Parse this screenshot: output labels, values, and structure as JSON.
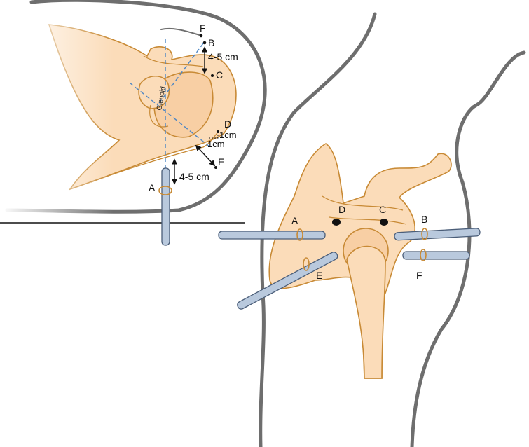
{
  "left_view": {
    "portal_labels": {
      "F": "F",
      "B": "B",
      "C": "C",
      "D": "D",
      "E": "E",
      "A": "A"
    },
    "measurements": {
      "b_to_c": "4-5 cm",
      "a_offset": "4-5 cm",
      "d_horizontal": "1cm",
      "d_vertical": "1cm"
    },
    "glenoid_label": "Glenoid"
  },
  "right_view": {
    "portal_labels": {
      "A": "A",
      "D": "D",
      "C": "C",
      "B": "B",
      "E": "E",
      "F": "F"
    }
  },
  "colors": {
    "bone": "#fbdcb9",
    "outline": "#c88a35",
    "body": "#6e6e6e",
    "rod": "#b9c9dd",
    "guide": "#4d86c4"
  }
}
